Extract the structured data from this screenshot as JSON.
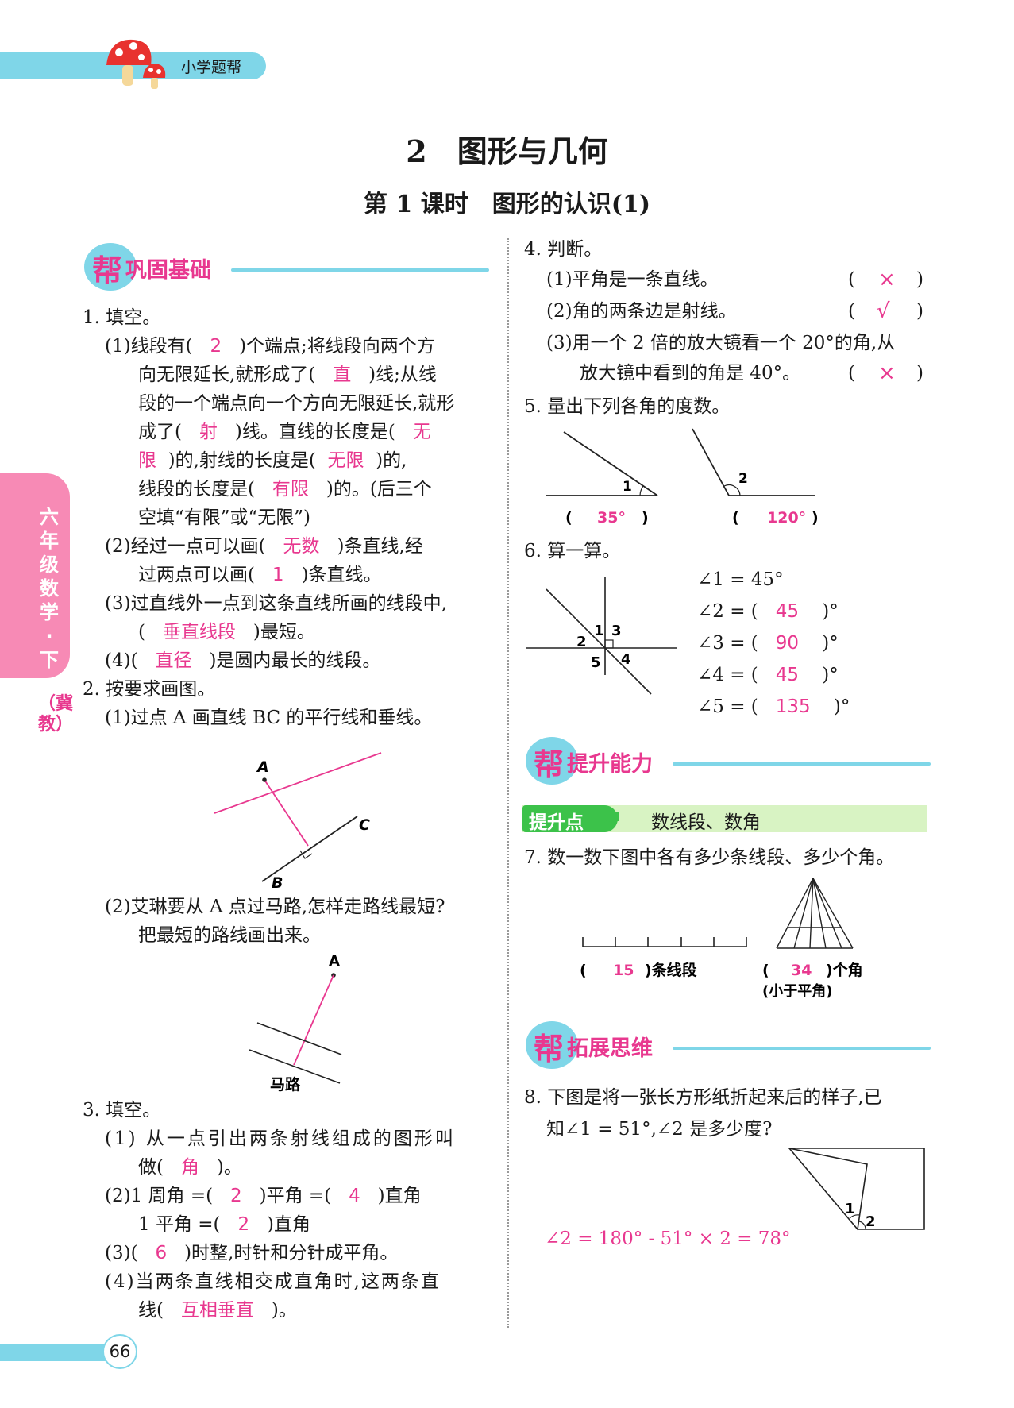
{
  "header": {
    "brand": "小学题帮",
    "page_number": "66"
  },
  "side_tab": {
    "grade": "六年级数学·下",
    "edition": "（冀教）"
  },
  "chapter_title": "2　图形与几何",
  "lesson_title": "第 1 课时　图形的认识(1)",
  "sections": {
    "basic": {
      "bang": "帮",
      "label": "巩固基础"
    },
    "improve": {
      "bang": "帮",
      "label": "提升能力"
    },
    "expand": {
      "bang": "帮",
      "label": "拓展思维"
    }
  },
  "q1": {
    "title": "1. 填空。",
    "p1": {
      "l1a": "(1)线段有(",
      "a1": "2",
      "l1b": ")个端点;将线段向两个方",
      "l2a": "向无限延长,就形成了(",
      "a2": "直",
      "l2b": ")线;从线",
      "l3": "段的一个端点向一个方向无限延长,就形",
      "l4a": "成了(",
      "a3": "射",
      "l4b": ")线。直线的长度是(",
      "a4a": "无",
      "a4b": "限",
      "l5a": ")的,射线的长度是(",
      "a5": "无限",
      "l5b": ")的,",
      "l6a": "线段的长度是(",
      "a6": "有限",
      "l6b": ")的。(后三个",
      "l7": "空填“有限”或“无限”)"
    },
    "p2": {
      "l1a": "(2)经过一点可以画(",
      "a1": "无数",
      "l1b": ")条直线,经",
      "l2a": "过两点可以画(",
      "a2": "1",
      "l2b": ")条直线。"
    },
    "p3": {
      "l1": "(3)过直线外一点到这条直线所画的线段中,",
      "l2a": "(",
      "a1": "垂直线段",
      "l2b": ")最短。"
    },
    "p4": {
      "l1a": "(4)(",
      "a1": "直径",
      "l1b": ")是圆内最长的线段。"
    }
  },
  "q2": {
    "title": "2. 按要求画图。",
    "p1": "(1)过点 A 画直线 BC 的平行线和垂线。",
    "labels": {
      "a": "A",
      "b": "B",
      "c": "C"
    },
    "p2_l1": "(2)艾琳要从 A 点过马路,怎样走路线最短?",
    "p2_l2": "把最短的路线画出来。",
    "road_label": "马路",
    "road_a": "A"
  },
  "q3": {
    "title": "3. 填空。",
    "p1_l1": "(1) 从一点引出两条射线组成的图形叫",
    "p1_l2a": "做(",
    "p1_a": "角",
    "p1_l2b": ")。",
    "p2_l1a": "(2)1 周角 =(",
    "p2_a1": "2",
    "p2_l1b": ")平角 =(",
    "p2_a2": "4",
    "p2_l1c": ")直角",
    "p2_l2a": "1 平角 =(",
    "p2_a3": "2",
    "p2_l2b": ")直角",
    "p3_a": "(3)(",
    "p3_ans": "6",
    "p3_b": ")时整,时针和分针成平角。",
    "p4_l1": "(4)当两条直线相交成直角时,这两条直",
    "p4_l2a": "线(",
    "p4_ans": "互相垂直",
    "p4_l2b": ")。"
  },
  "q4": {
    "title": "4. 判断。",
    "i1": "(1)平角是一条直线。",
    "a1": "×",
    "i2": "(2)角的两条边是射线。",
    "a2": "√",
    "i3_l1": "(3)用一个 2 倍的放大镜看一个 20°的角,从",
    "i3_l2": "放大镜中看到的角是 40°。",
    "a3": "×",
    "lp": "(",
    "rp": ")"
  },
  "q5": {
    "title": "5. 量出下列各角的度数。",
    "label1": "1",
    "label2": "2",
    "ans1": "35°",
    "ans2": "120°",
    "lp": "(",
    "rp": ")"
  },
  "q6": {
    "title": "6. 算一算。",
    "labels": {
      "l1": "1",
      "l2": "2",
      "l3": "3",
      "l4": "4",
      "l5": "5"
    },
    "given": "∠1 = 45°",
    "r2a": "∠2 = (",
    "a2": "45",
    "r3a": "∠3 = (",
    "a3": "90",
    "r4a": "∠4 = (",
    "a4": "45",
    "r5a": "∠5 = (",
    "a5": "135",
    "suffix": ")°"
  },
  "tishengdian": {
    "tag": "提升点",
    "topic": "数线段、数角"
  },
  "q7": {
    "title": "7. 数一数下图中各有多少条线段、多少个角。",
    "lp": "(",
    "seg_ans": "15",
    "seg_suffix": ")条线段",
    "ang_ans": "34",
    "ang_suffix": ")个角",
    "ang_note": "(小于平角)"
  },
  "q8": {
    "l1": "8. 下图是将一张长方形纸折起来后的样子,已",
    "l2": "知∠1 = 51°,∠2 是多少度?",
    "label1": "1",
    "label2": "2",
    "answer": "∠2 = 180° - 51° × 2 = 78°"
  }
}
